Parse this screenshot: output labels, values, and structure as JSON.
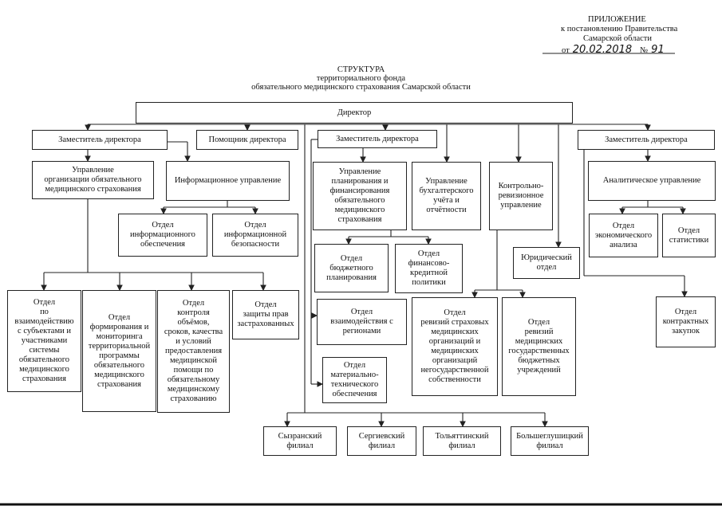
{
  "header": {
    "appendix_title": "ПРИЛОЖЕНИЕ",
    "appendix_line2": "к постановлению Правительства",
    "appendix_line3": "Самарской области",
    "from_prefix": "от",
    "date_handwritten": "20.02.2018",
    "number_prefix": "№",
    "number_handwritten": "91"
  },
  "title": {
    "line1": "СТРУКТУРА",
    "line2": "территориального фонда",
    "line3": "обязательного медицинского страхования Самарской области"
  },
  "boxes": {
    "director": "Директор",
    "deputy_left": "Заместитель директора",
    "assistant": "Помощник директора",
    "deputy_center": "Заместитель директора",
    "deputy_right": "Заместитель директора",
    "dept_oms": "Управление\nорганизации обязательного\nмедицинского страхования",
    "dept_info": "Информационное управление",
    "dept_planning": "Управление\nпланирования и\nфинансирования\nобязательного\nмедицинского\nстрахования",
    "dept_accounting": "Управление\nбухгалтерского\nучёта и\nотчётности",
    "dept_control": "Контрольно-\nревизионное\nуправление",
    "dept_analytics": "Аналитическое управление",
    "div_info_support": "Отдел\nинформационного\nобеспечения",
    "div_info_security": "Отдел\nинформационной\nбезопасности",
    "div_budget": "Отдел\nбюджетного\nпланирования",
    "div_fin_credit": "Отдел\nфинансово-\nкредитной\nполитики",
    "div_legal": "Юридический\nотдел",
    "div_econ": "Отдел\nэкономического\nанализа",
    "div_stats": "Отдел\nстатистики",
    "div_insured": "Отдел\nпо\nвзаимодействию\nс субъектами и\nучастниками\nсистемы\nобязательного\nмедицинского\nстрахования",
    "div_program": "Отдел\nформирования и\nмониторинга\nтерриториальной\nпрограммы\nобязательного\nмедицинского\nстрахования",
    "div_quality": "Отдел\nконтроля\nобъёмов,\nсроков, качества\nи условий\nпредоставления\nмедицинской\nпомощи по\nобязательному\nмедицинскому\nстрахованию",
    "div_rights": "Отдел\nзащиты прав\nзастрахованных",
    "div_regions": "Отдел\nвзаимодействия с\nрегионами",
    "div_audit_ins": "Отдел\nревизий страховых\nмедицинских\nорганизаций и\nмедицинских\nорганизаций\nнегосударственной\nсобственности",
    "div_audit_state": "Отдел\nревизий\nмедицинских\nгосударственных\nбюджетных\nучреждений",
    "div_contracts": "Отдел\nконтрактных\nзакупок",
    "div_logistics": "Отдел\nматериально-\nтехнического\nобеспечения",
    "branch_syzran": "Сызранский\nфилиал",
    "branch_sergievsk": "Сергиевский\nфилиал",
    "branch_tolyatti": "Тольяттинский\nфилиал",
    "branch_glushitsa": "Большеглушицкий\nфилиал"
  }
}
